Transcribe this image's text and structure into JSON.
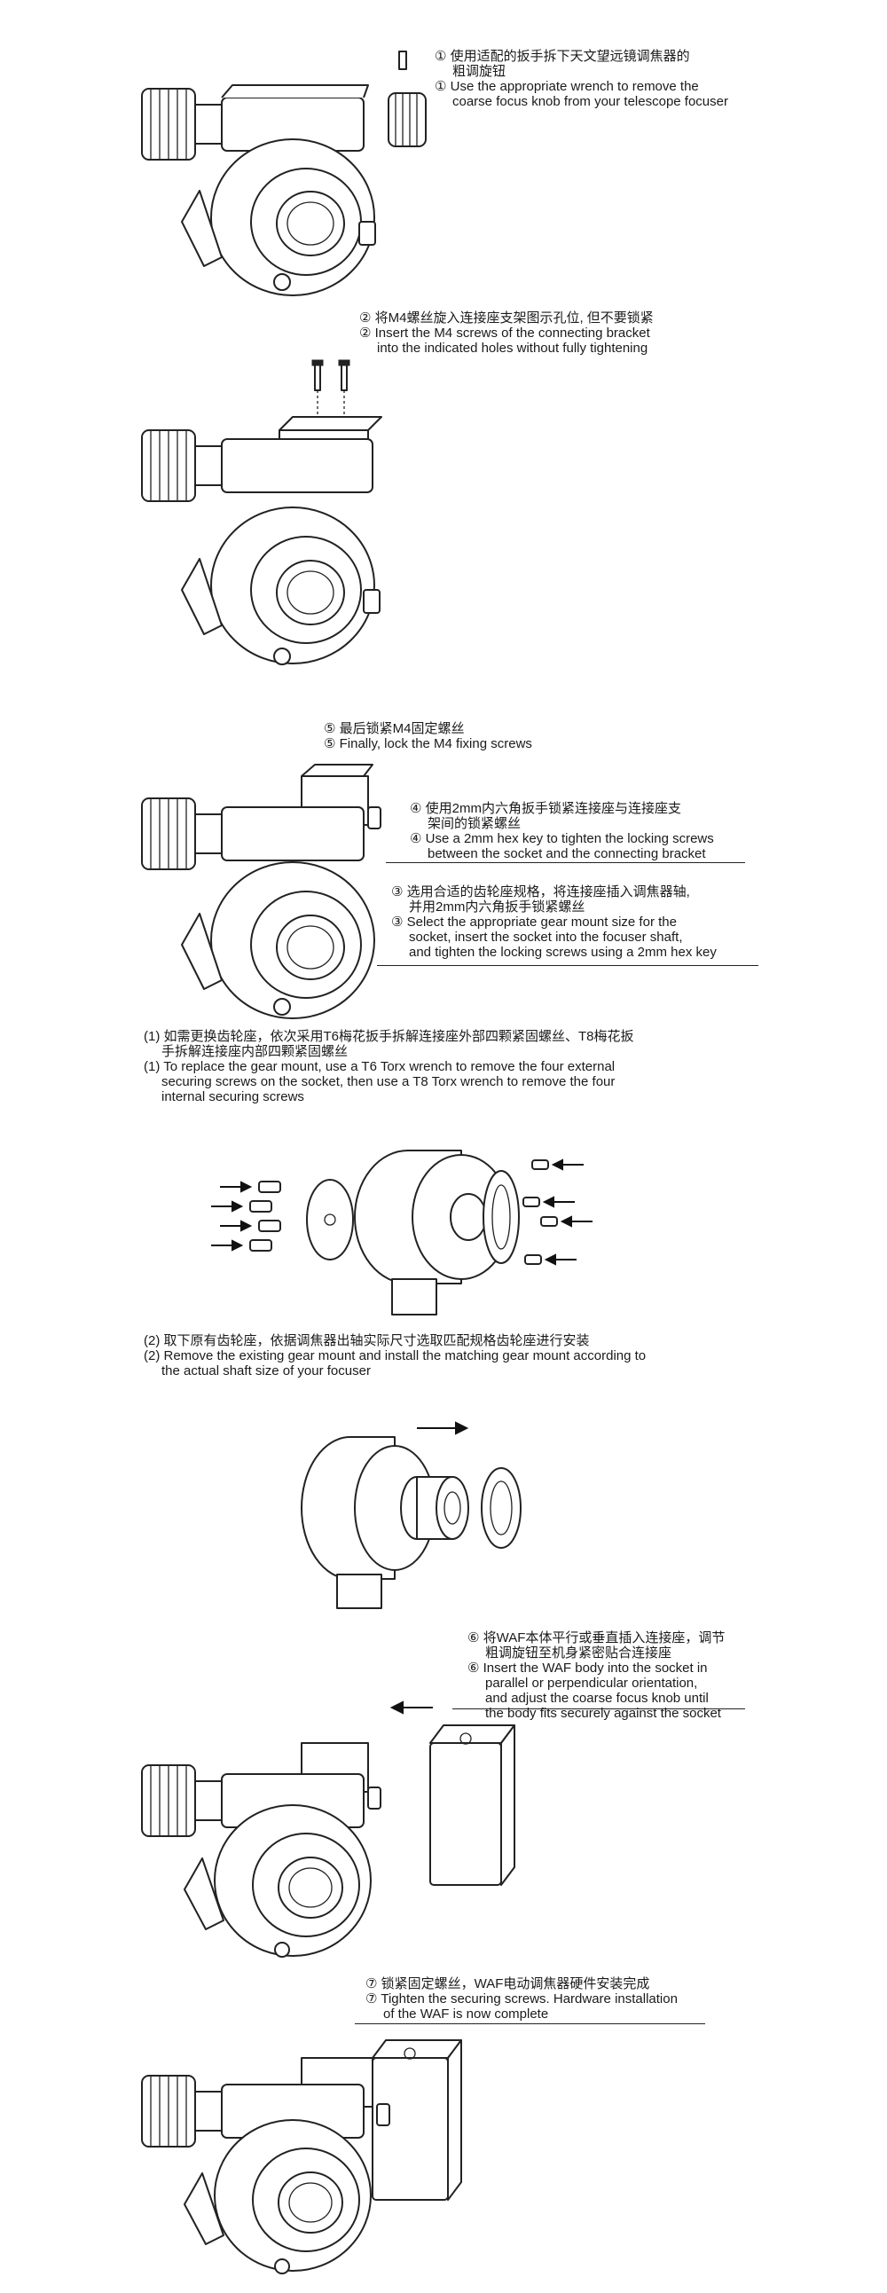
{
  "steps": {
    "s1": {
      "zh": [
        "① 使用适配的扳手拆下天文望远镜调焦器的",
        "粗调旋钮"
      ],
      "en": [
        "① Use the appropriate wrench to remove the",
        "coarse focus knob from your telescope focuser"
      ]
    },
    "s2": {
      "zh": [
        "② 将M4螺丝旋入连接座支架图示孔位, 但不要锁紧"
      ],
      "en": [
        "② Insert the M4 screws of the connecting bracket",
        "into the indicated holes without fully tightening"
      ]
    },
    "s5": {
      "zh": [
        "⑤ 最后锁紧M4固定螺丝"
      ],
      "en": [
        "⑤ Finally, lock the M4 fixing screws"
      ]
    },
    "s4": {
      "zh": [
        "④ 使用2mm内六角扳手锁紧连接座与连接座支",
        "架间的锁紧螺丝"
      ],
      "en": [
        "④ Use a 2mm hex key to tighten the locking screws",
        "between the socket and the connecting bracket"
      ]
    },
    "s3": {
      "zh": [
        "③ 选用合适的齿轮座规格，将连接座插入调焦器轴,",
        "并用2mm内六角扳手锁紧螺丝"
      ],
      "en": [
        "③ Select the appropriate gear mount size for the",
        "socket, insert the socket into the focuser shaft,",
        "and tighten the locking screws using a 2mm hex key"
      ]
    },
    "p1": {
      "zh": [
        "(1) 如需更换齿轮座，依次采用T6梅花扳手拆解连接座外部四颗紧固螺丝、T8梅花扳",
        "手拆解连接座内部四颗紧固螺丝"
      ],
      "en": [
        "(1) To replace the gear mount, use a T6 Torx wrench to remove the four external",
        "securing screws on the socket, then use a T8 Torx wrench to remove the four",
        "internal securing screws"
      ]
    },
    "p2": {
      "zh": [
        "(2) 取下原有齿轮座，依据调焦器出轴实际尺寸选取匹配规格齿轮座进行安装"
      ],
      "en": [
        "(2) Remove the existing gear mount and install the matching gear mount according to",
        "the actual shaft size of your focuser"
      ]
    },
    "s6": {
      "zh": [
        "⑥ 将WAF本体平行或垂直插入连接座，调节",
        "粗调旋钮至机身紧密贴合连接座"
      ],
      "en": [
        "⑥ Insert the WAF body into the socket in",
        "parallel or perpendicular orientation,",
        "and adjust the coarse focus knob until",
        "the body fits securely against the socket"
      ]
    },
    "s7": {
      "zh": [
        "⑦ 锁紧固定螺丝，WAF电动调焦器硬件安装完成"
      ],
      "en": [
        "⑦ Tighten the securing screws. Hardware installation",
        "of the WAF is now complete"
      ]
    }
  }
}
